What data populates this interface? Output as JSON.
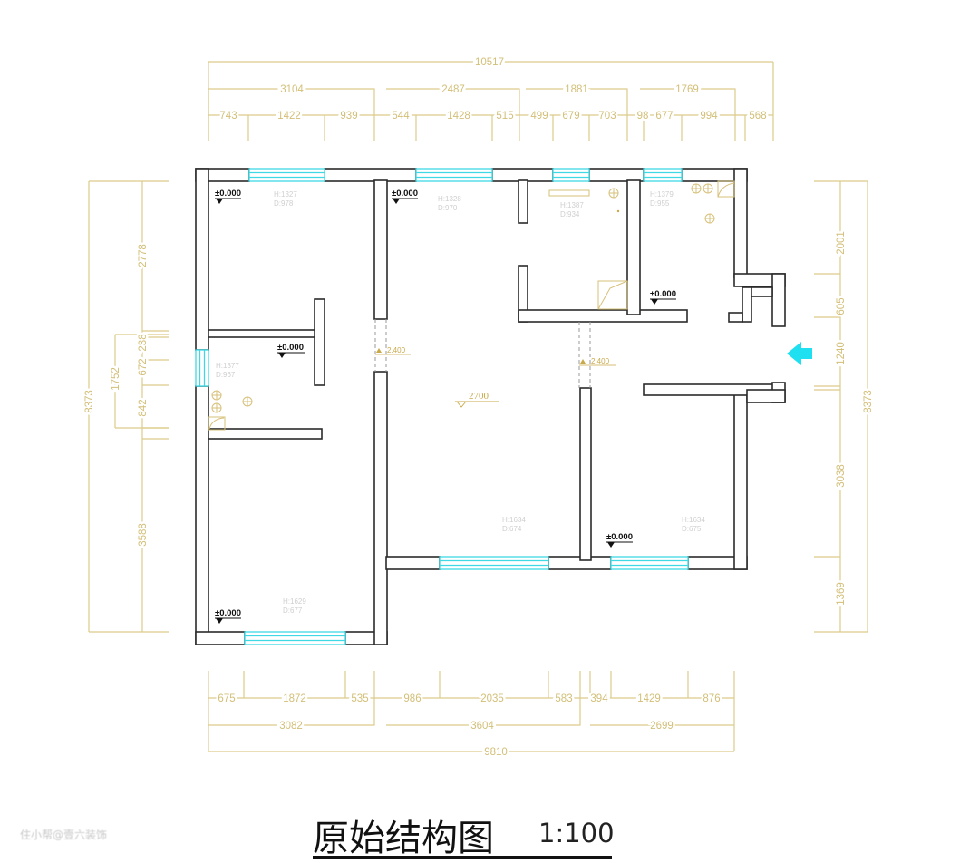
{
  "title": "原始结构图",
  "scale": "1:100",
  "watermark": "住小帮@壹六装饰",
  "colors": {
    "wall": "#2b2b2b",
    "window": "#3fd9e6",
    "dimension": "#d3bf78",
    "arrow": "#1ee0f0"
  },
  "dims": {
    "top_total": "10517",
    "top_mid": [
      "3104",
      "2487",
      "1881",
      "1769"
    ],
    "top_detail": [
      "743",
      "1422",
      "939",
      "544",
      "1428",
      "515",
      "499",
      "679",
      "703",
      "98",
      "677",
      "994",
      "568"
    ],
    "bottom_detail": [
      "675",
      "1872",
      "535",
      "986",
      "2035",
      "583",
      "394",
      "1429",
      "876"
    ],
    "bottom_mid": [
      "3082",
      "3604",
      "2699"
    ],
    "bottom_total": "9810",
    "left_detail": [
      "2778",
      "238",
      "672",
      "842",
      "3588"
    ],
    "left_mid": "1752",
    "left_total": "8373",
    "right_detail": [
      "2001",
      "605",
      "1240",
      "3038",
      "1369"
    ],
    "right_total": "8373"
  },
  "levels": [
    "±0.000",
    "±0.000",
    "±0.000",
    "±0.000",
    "±0.000",
    "±0.000"
  ],
  "windows": [
    {
      "h": "H:1327",
      "d": "D:978"
    },
    {
      "h": "H:1328",
      "d": "D:970"
    },
    {
      "h": "H:1387",
      "d": "D:934"
    },
    {
      "h": "H:1379",
      "d": "D:955"
    },
    {
      "h": "H:1377",
      "d": "D:967"
    },
    {
      "h": "H:1629",
      "d": "D:677"
    },
    {
      "h": "H:1634",
      "d": "D:674"
    },
    {
      "h": "H:1634",
      "d": "D:675"
    }
  ],
  "beam_heights": [
    "2.400",
    "2.400"
  ],
  "ceiling_height": "2700"
}
